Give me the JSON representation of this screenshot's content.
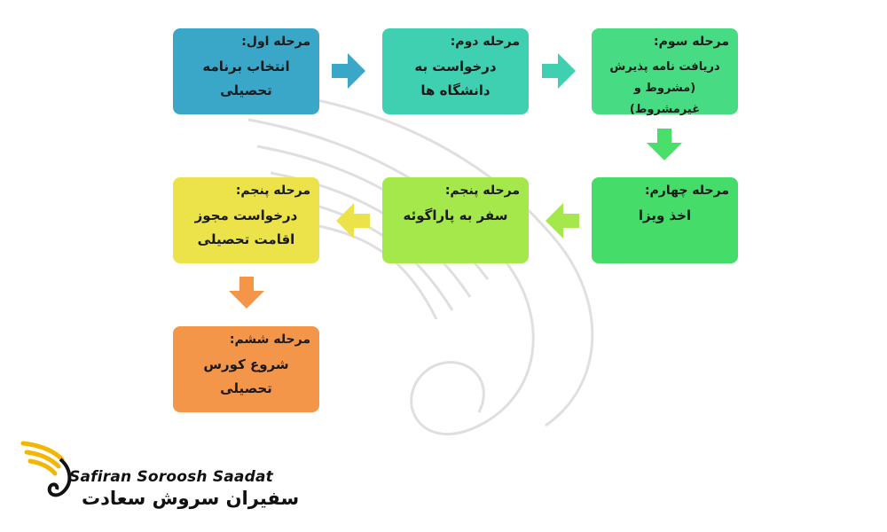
{
  "steps": [
    {
      "heading": "مرحله اول:",
      "body": "انتخاب برنامه\nتحصیلی",
      "color": "#3aa6c8"
    },
    {
      "heading": "مرحله دوم:",
      "body": "درخواست به\nدانشگاه ها",
      "color": "#3ed0b0"
    },
    {
      "heading": "مرحله سوم:",
      "body": "دریافت نامه پذیرش\n(مشروط و غیرمشروط)",
      "color": "#47dc84"
    },
    {
      "heading": "مرحله چهارم:",
      "body": "اخذ ویزا",
      "color": "#45dc6a"
    },
    {
      "heading": "مرحله پنجم:",
      "body": "سفر به پاراگوئه",
      "color": "#a4e84c"
    },
    {
      "heading": "مرحله پنجم:",
      "body": "درخواست مجوز\nاقامت تحصیلی",
      "color": "#ece24a"
    },
    {
      "heading": "مرحله ششم:",
      "body": "شروع کورس\nتحصیلی",
      "color": "#f4964a"
    }
  ],
  "arrows": {
    "a1": "#3aa6c8",
    "a2": "#3ed0b0",
    "a3": "#4ade6a",
    "a4": "#a4e84c",
    "a5": "#ece24a",
    "a6": "#f4964a"
  },
  "brand": {
    "name_en": "Safiran Soroosh Saadat",
    "name_fa": "سفیران سروش سعادت",
    "logo_icon": "swan-wing-logo-icon",
    "logo_color": "#f2b705"
  }
}
